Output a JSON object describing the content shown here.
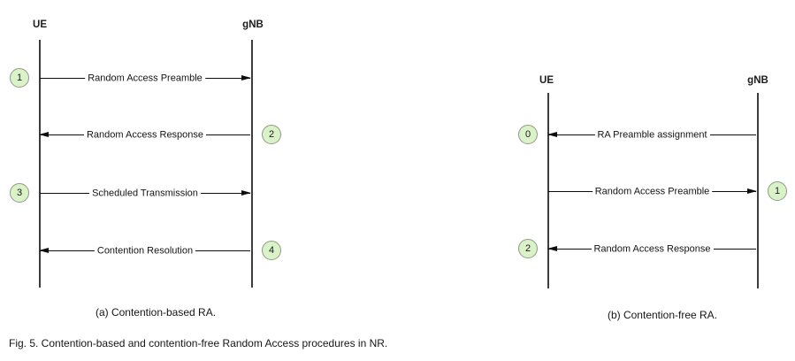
{
  "figure_caption": "Fig. 5. Contention-based and contention-free Random Access procedures in NR.",
  "colors": {
    "step_circle_fill": "#d9f2c7",
    "step_circle_border": "#8f9a85",
    "line": "#0d0d0d",
    "background": "#ffffff"
  },
  "diagrams": [
    {
      "name": "contention-based-ra",
      "caption": "(a) Contention-based RA.",
      "actors": [
        {
          "label": "UE"
        },
        {
          "label": "gNB"
        }
      ],
      "messages": [
        {
          "step": "1",
          "label": "Random Access Preamble",
          "from": "UE",
          "to": "gNB"
        },
        {
          "step": "2",
          "label": "Random Access Response",
          "from": "gNB",
          "to": "UE"
        },
        {
          "step": "3",
          "label": "Scheduled Transmission",
          "from": "UE",
          "to": "gNB"
        },
        {
          "step": "4",
          "label": "Contention Resolution",
          "from": "gNB",
          "to": "UE"
        }
      ]
    },
    {
      "name": "contention-free-ra",
      "caption": "(b) Contention-free RA.",
      "actors": [
        {
          "label": "UE"
        },
        {
          "label": "gNB"
        }
      ],
      "messages": [
        {
          "step": "0",
          "label": "RA Preamble assignment",
          "from": "gNB",
          "to": "UE"
        },
        {
          "step": "1",
          "label": "Random Access Preamble",
          "from": "UE",
          "to": "gNB"
        },
        {
          "step": "2",
          "label": "Random Access Response",
          "from": "gNB",
          "to": "UE"
        }
      ]
    }
  ]
}
